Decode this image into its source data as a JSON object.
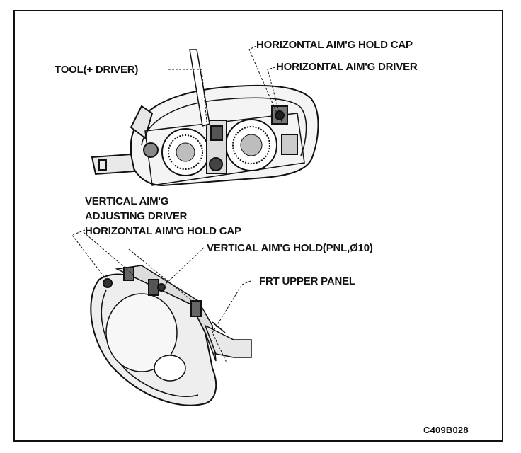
{
  "labels": {
    "tool": "TOOL(+ DRIVER)",
    "horizontal_hold_cap_top": "HORIZONTAL AIM'G HOLD CAP",
    "horizontal_driver": "HORIZONTAL AIM'G DRIVER",
    "vertical_adjusting_driver_line1": "VERTICAL AIM'G",
    "vertical_adjusting_driver_line2": "ADJUSTING DRIVER",
    "horizontal_hold_cap_bottom": "HORIZONTAL AIM'G HOLD CAP",
    "vertical_hold": "VERTICAL AIM'G HOLD(PNL,Ø10)",
    "frt_upper_panel": "FRT UPPER PANEL"
  },
  "figure_code": "C409B028"
}
